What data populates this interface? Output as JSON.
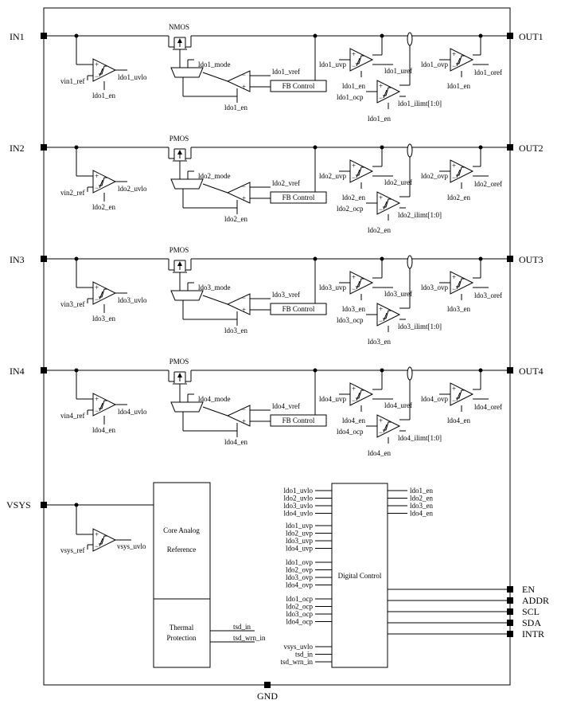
{
  "channels": [
    {
      "input_pin": "IN1",
      "output_pin": "OUT1",
      "transistor": "NMOS",
      "mode": "ldo1_mode",
      "vref": "ldo1_vref",
      "fb_control": "FB Control",
      "en": "ldo1_en",
      "uvlo_ref": "vin1_ref",
      "uvlo": "ldo1_uvlo",
      "uvp": "ldo1_uvp",
      "uref": "ldo1_uref",
      "ocp": "ldo1_ocp",
      "ilimt": "ldo1_ilimt[1:0]",
      "ovp": "ldo1_ovp",
      "oref": "ldo1_oref"
    },
    {
      "input_pin": "IN2",
      "output_pin": "OUT2",
      "transistor": "PMOS",
      "mode": "ldo2_mode",
      "vref": "ldo2_vref",
      "fb_control": "FB Control",
      "en": "ldo2_en",
      "uvlo_ref": "vin2_ref",
      "uvlo": "ldo2_uvlo",
      "uvp": "ldo2_uvp",
      "uref": "ldo2_uref",
      "ocp": "ldo2_ocp",
      "ilimt": "ldo2_ilimt[1:0]",
      "ovp": "ldo2_ovp",
      "oref": "ldo2_oref"
    },
    {
      "input_pin": "IN3",
      "output_pin": "OUT3",
      "transistor": "PMOS",
      "mode": "ldo3_mode",
      "vref": "ldo3_vref",
      "fb_control": "FB Control",
      "en": "ldo3_en",
      "uvlo_ref": "vin3_ref",
      "uvlo": "ldo3_uvlo",
      "uvp": "ldo3_uvp",
      "uref": "ldo3_uref",
      "ocp": "ldo3_ocp",
      "ilimt": "ldo3_ilimt[1:0]",
      "ovp": "ldo3_ovp",
      "oref": "ldo3_oref"
    },
    {
      "input_pin": "IN4",
      "output_pin": "OUT4",
      "transistor": "PMOS",
      "mode": "ldo4_mode",
      "vref": "ldo4_vref",
      "fb_control": "FB Control",
      "en": "ldo4_en",
      "uvlo_ref": "vin4_ref",
      "uvlo": "ldo4_uvlo",
      "uvp": "ldo4_uvp",
      "uref": "ldo4_uref",
      "ocp": "ldo4_ocp",
      "ilimt": "ldo4_ilimt[1:0]",
      "ovp": "ldo4_ovp",
      "oref": "ldo4_oref"
    }
  ],
  "vsys": {
    "pin": "VSYS",
    "ref": "vsys_ref",
    "uvlo": "vsys_uvlo"
  },
  "core_analog": {
    "line1": "Core Analog",
    "line2": "Reference"
  },
  "thermal": {
    "line1": "Thermal",
    "line2": "Protection",
    "out1": "tsd_in",
    "out2": "tsd_wrn_in"
  },
  "digital_control": {
    "title": "Digital Control",
    "inputs": [
      [
        "ldo1_uvlo",
        "ldo2_uvlo",
        "ldo3_uvlo",
        "ldo4_uvlo"
      ],
      [
        "ldo1_uvp",
        "ldo2_uvp",
        "ldo3_uvp",
        "ldo4_uvp"
      ],
      [
        "ldo1_ovp",
        "ldo2_ovp",
        "ldo3_ovp",
        "ldo4_ovp"
      ],
      [
        "ldo1_ocp",
        "ldo2_ocp",
        "ldo3_ocp",
        "ldo4_ocp"
      ],
      [
        "vsys_uvlo",
        "tsd_in",
        "tsd_wrn_in"
      ]
    ],
    "outputs": [
      "ldo1_en",
      "ldo2_en",
      "ldo3_en",
      "ldo4_en"
    ]
  },
  "interface_pins": [
    "EN",
    "ADDR",
    "SCL",
    "SDA",
    "INTR"
  ],
  "gnd_pin": "GND"
}
